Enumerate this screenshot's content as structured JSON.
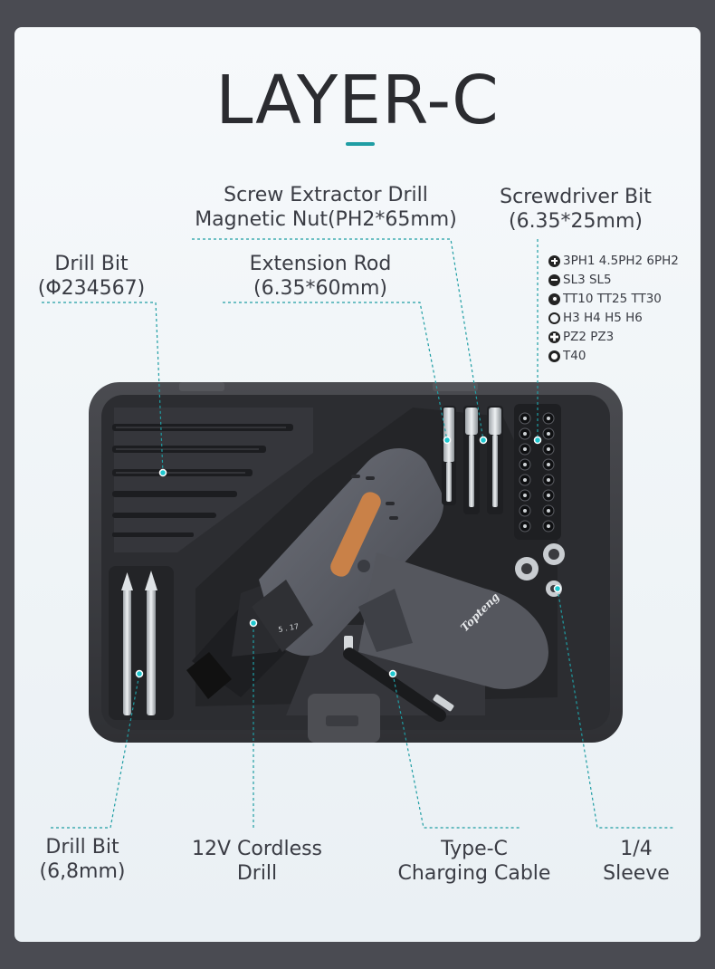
{
  "title": "LAYER-C",
  "colors": {
    "accent": "#1f9ea4",
    "case": "#3b3c41",
    "tray": "#2a2b2f",
    "drill_body": "#5e6068",
    "grip_accent": "#c98148",
    "page_bg": "#4a4b52"
  },
  "labels": {
    "screw_extractor_line1": "Screw Extractor Drill",
    "screw_extractor_line2": "Magnetic Nut(PH2*65mm)",
    "screwdriver_bit_line1": "Screwdriver Bit",
    "screwdriver_bit_line2": "(6.35*25mm)",
    "drill_bit_top_line1": "Drill Bit",
    "drill_bit_top_line2": "(Φ234567)",
    "extension_rod_line1": "Extension Rod",
    "extension_rod_line2": "(6.35*60mm)",
    "drill_bit_bottom_line1": "Drill Bit",
    "drill_bit_bottom_line2": "(6,8mm)",
    "cordless_drill_line1": "12V Cordless",
    "cordless_drill_line2": "Drill",
    "cable_line1": "Type-C",
    "cable_line2": "Charging Cable",
    "sleeve_line1": "1/4",
    "sleeve_line2": "Sleeve"
  },
  "bit_list": [
    {
      "icon": "phillips-icon",
      "text": "3PH1 4.5PH2 6PH2"
    },
    {
      "icon": "slotted-icon",
      "text": "SL3 SL5"
    },
    {
      "icon": "torx-icon",
      "text": "TT10 TT25 TT30"
    },
    {
      "icon": "hex-icon",
      "text": "H3 H4 H5 H6"
    },
    {
      "icon": "pozidriv-icon",
      "text": "PZ2 PZ3"
    },
    {
      "icon": "star-icon",
      "text": "T40"
    }
  ],
  "brand": "Topteng",
  "speed_marks": "5 . 17"
}
